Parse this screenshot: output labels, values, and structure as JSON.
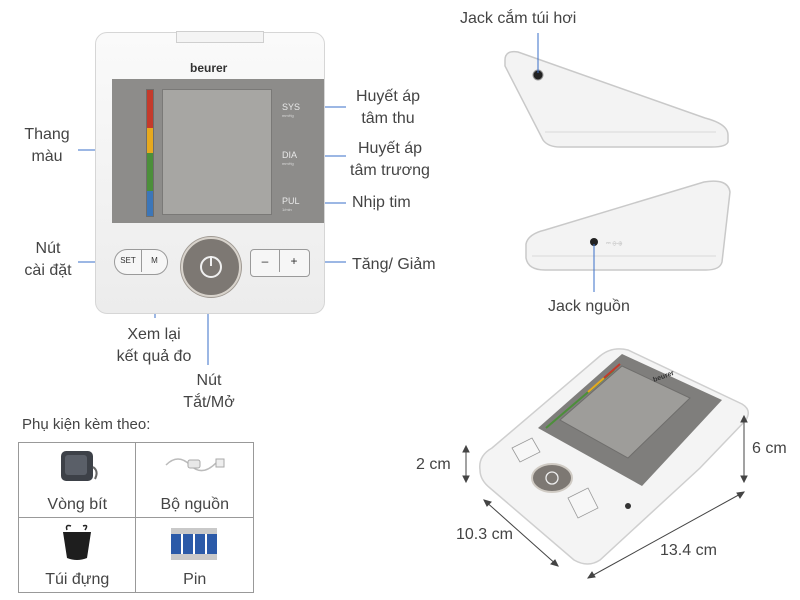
{
  "device": {
    "brand": "beurer",
    "screen": {
      "sys": "SYS",
      "dia": "DIA",
      "pul": "PUL",
      "sys_unit": "mmHg",
      "dia_unit": "mmHg",
      "pul_unit": "1/min"
    },
    "buttons": {
      "set": "SET",
      "memory": "M",
      "minus": "–",
      "plus": "+"
    }
  },
  "labels": {
    "color_scale": [
      "Thang",
      "màu"
    ],
    "systolic": [
      "Huyết áp",
      "tâm thu"
    ],
    "diastolic": [
      "Huyết áp",
      "tâm trương"
    ],
    "pulse": "Nhịp tim",
    "set_button": [
      "Nút",
      "cài đặt"
    ],
    "up_down": "Tăng/ Giảm",
    "review": [
      "Xem lại",
      "kết quả đo"
    ],
    "power": [
      "Nút",
      "Tắt/Mở"
    ],
    "cuff_jack": "Jack cắm túi hơi",
    "power_jack": "Jack nguồn"
  },
  "dimensions": {
    "height_left": "2 cm",
    "height_right": "6 cm",
    "depth": "10.3 cm",
    "width": "13.4 cm"
  },
  "accessories": {
    "title": "Phụ kiện kèm theo:",
    "items": [
      "Vòng bít",
      "Bộ nguồn",
      "Túi đựng",
      "Pin"
    ]
  },
  "colors": {
    "screen": "#8d8c8a",
    "lcd": "#a7a6a3",
    "leader": "#3a6fc9",
    "bar_red": "#c43a2b",
    "bar_yellow": "#e6a91f",
    "bar_green": "#4c8f3a",
    "bar_blue": "#3c76b8"
  }
}
